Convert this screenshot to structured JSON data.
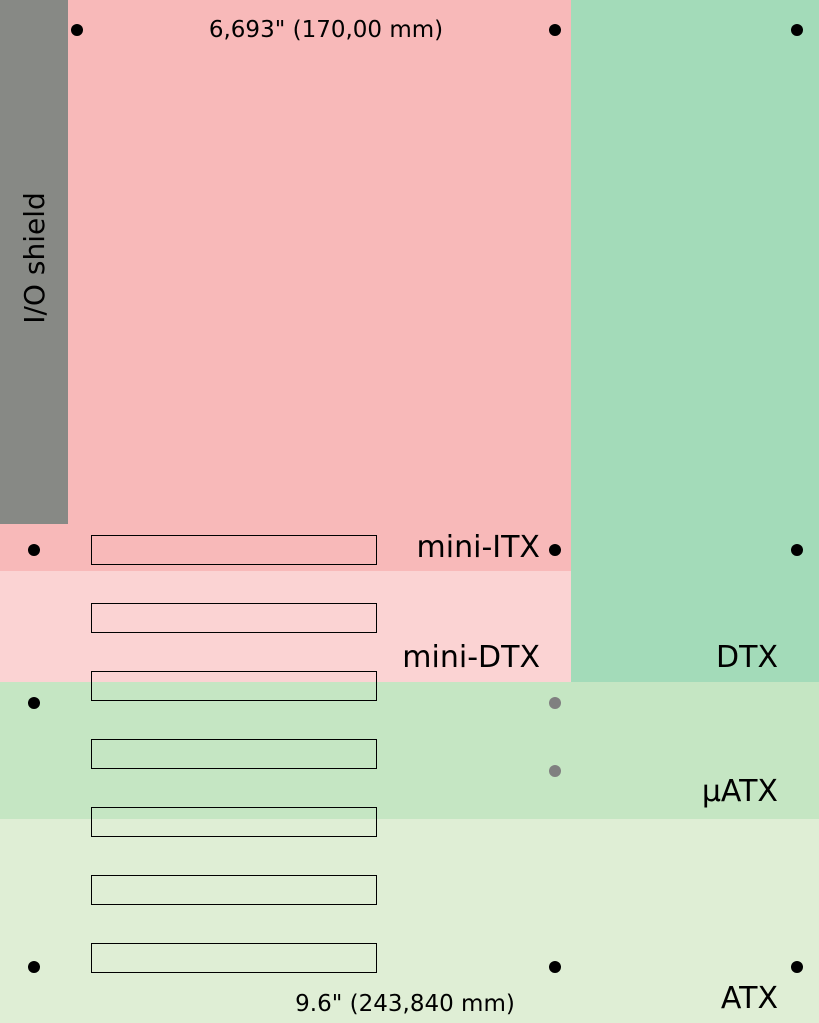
{
  "diagram": {
    "top_dimension": "6,693\" (170,00 mm)",
    "bottom_dimension": "9.6\" (243,840 mm)",
    "io_shield_label": "I/O shield",
    "form_factors": {
      "mini_itx": "mini-ITX",
      "mini_dtx": "mini-DTX",
      "dtx": "DTX",
      "uatx": "µATX",
      "atx": "ATX"
    },
    "expansion_slot_count": 7
  },
  "colors": {
    "atx": "#dfeed5",
    "uatx": "#c5e6c3",
    "dtx": "#a3dbb9",
    "mini_dtx": "#fbd3d3",
    "mini_itx": "#f8b9b9",
    "io_shield": "#878985",
    "hole": "#000000",
    "hole_optional": "#808080",
    "slot_stroke": "#000000"
  }
}
